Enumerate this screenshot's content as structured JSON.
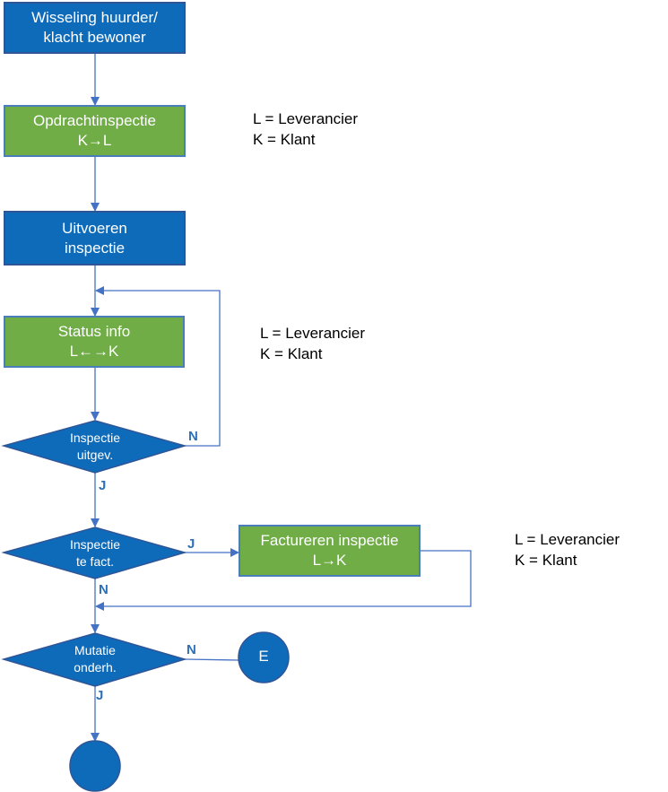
{
  "colors": {
    "process_blue": "#0e6bba",
    "process_green": "#70ad47",
    "stroke": "#2f5597",
    "connector": "#4472c4",
    "branch_label": "#2f6fb5"
  },
  "nodes": {
    "wisseling": {
      "line1": "Wisseling huurder/",
      "line2": "klacht bewoner"
    },
    "opdracht": {
      "line1": "Opdrachtinspectie",
      "line2": "K→L"
    },
    "uitvoeren": {
      "line1": "Uitvoeren",
      "line2": "inspectie"
    },
    "status": {
      "line1": "Status info",
      "line2": "L←→K"
    },
    "inspectie_uitgev": {
      "line1": "Inspectie",
      "line2": "uitgev."
    },
    "inspectie_fact": {
      "line1": "Inspectie",
      "line2": "te fact."
    },
    "factureren": {
      "line1": "Factureren inspectie",
      "line2": "L→K"
    },
    "mutatie": {
      "line1": "Mutatie",
      "line2": "onderh."
    },
    "end_e": {
      "label": "E"
    },
    "end_plain": {
      "label": ""
    }
  },
  "branch_labels": {
    "uitgev_no": "N",
    "uitgev_yes": "J",
    "fact_yes": "J",
    "fact_no": "N",
    "mutatie_no": "N",
    "mutatie_yes": "J"
  },
  "legends": [
    {
      "line1": "L = Leverancier",
      "line2": "K = Klant"
    },
    {
      "line1": "L = Leverancier",
      "line2": "K = Klant"
    },
    {
      "line1": "L = Leverancier",
      "line2": "K = Klant"
    }
  ]
}
